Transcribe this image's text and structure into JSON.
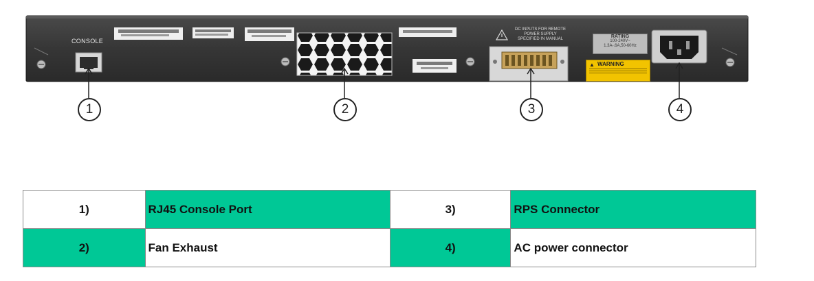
{
  "panel": {
    "console_label": "CONSOLE",
    "dc_notice_lines": [
      "DC INPUTS FOR REMOTE",
      "POWER SUPPLY",
      "SPECIFIED IN MANUAL"
    ],
    "rating_title": "RATING",
    "rating_lines": [
      "100-240V~",
      "1.3A-.6A,50-60Hz"
    ],
    "warning_title": "WARNING"
  },
  "callouts": [
    "1",
    "2",
    "3",
    "4"
  ],
  "legend": {
    "rows": [
      [
        {
          "num": "1)",
          "label": "RJ45 Console Port"
        },
        {
          "num": "3)",
          "label": "RPS Connector"
        }
      ],
      [
        {
          "num": "2)",
          "label": "Fan Exhaust"
        },
        {
          "num": "4)",
          "label": "AC power connector"
        }
      ]
    ]
  },
  "colors": {
    "highlight": "#00c896",
    "chassis": "#3b3b3b",
    "line": "#222222"
  }
}
